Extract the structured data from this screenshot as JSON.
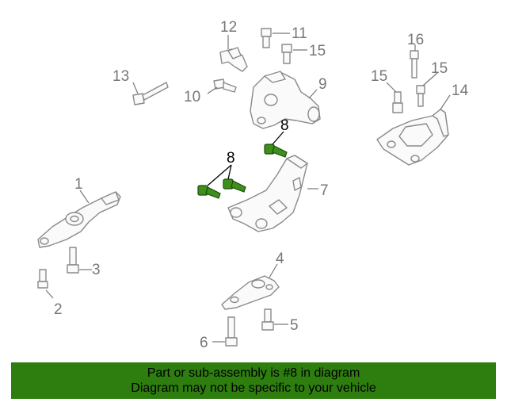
{
  "callouts": {
    "n1": "1",
    "n2": "2",
    "n3": "3",
    "n4": "4",
    "n5": "5",
    "n6": "6",
    "n7": "7",
    "n8a": "8",
    "n8b": "8",
    "n9": "9",
    "n10": "10",
    "n11": "11",
    "n12": "12",
    "n13": "13",
    "n14": "14",
    "n15a": "15",
    "n15b": "15",
    "n15c": "15",
    "n16": "16"
  },
  "footer": {
    "line1": "Part or sub-assembly is #8 in diagram",
    "line2": "Diagram may not be specific to your vehicle"
  },
  "colors": {
    "line": "#8a8a8a",
    "highlight": "#2f7a12",
    "banner": "#2e7d0f"
  }
}
